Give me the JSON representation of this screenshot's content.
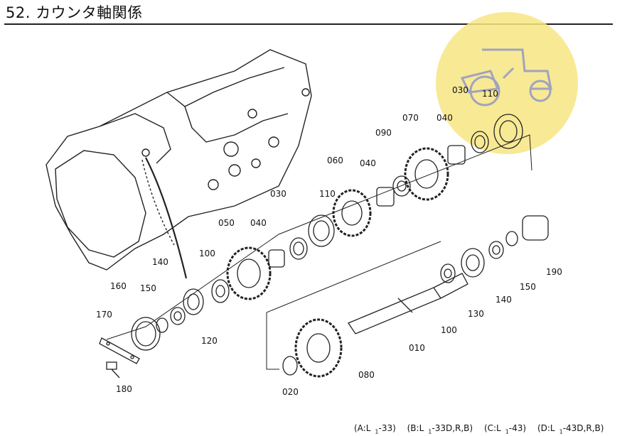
{
  "title": "52. カウンタ軸関係",
  "parts": [
    {
      "id": "p010",
      "label": "010"
    },
    {
      "id": "p020",
      "label": "020"
    },
    {
      "id": "p030a",
      "label": "030"
    },
    {
      "id": "p030b",
      "label": "030"
    },
    {
      "id": "p040a",
      "label": "040"
    },
    {
      "id": "p040b",
      "label": "040"
    },
    {
      "id": "p040c",
      "label": "040"
    },
    {
      "id": "p050",
      "label": "050"
    },
    {
      "id": "p060",
      "label": "060"
    },
    {
      "id": "p070",
      "label": "070"
    },
    {
      "id": "p080",
      "label": "080"
    },
    {
      "id": "p090",
      "label": "090"
    },
    {
      "id": "p100a",
      "label": "100"
    },
    {
      "id": "p100b",
      "label": "100"
    },
    {
      "id": "p110a",
      "label": "110"
    },
    {
      "id": "p110b",
      "label": "110"
    },
    {
      "id": "p120",
      "label": "120"
    },
    {
      "id": "p130",
      "label": "130"
    },
    {
      "id": "p140a",
      "label": "140"
    },
    {
      "id": "p140b",
      "label": "140"
    },
    {
      "id": "p150a",
      "label": "150"
    },
    {
      "id": "p150b",
      "label": "150"
    },
    {
      "id": "p160",
      "label": "160"
    },
    {
      "id": "p170",
      "label": "170"
    },
    {
      "id": "p180",
      "label": "180"
    },
    {
      "id": "p190",
      "label": "190"
    }
  ],
  "variants": [
    {
      "pre": "(A:L",
      "sub": "1",
      "post": "-33)"
    },
    {
      "pre": "(B:L",
      "sub": "1",
      "post": "-33D,R,B)"
    },
    {
      "pre": "(C:L",
      "sub": "1",
      "post": "-43)"
    },
    {
      "pre": "(D:L",
      "sub": "1",
      "post": "-43D,R,B)"
    }
  ],
  "colors": {
    "line": "#222222",
    "watermark": "#f6e27a",
    "watermark_icon": "#8a93c9"
  },
  "watermark": {
    "icon": "tractor-logo-icon"
  }
}
